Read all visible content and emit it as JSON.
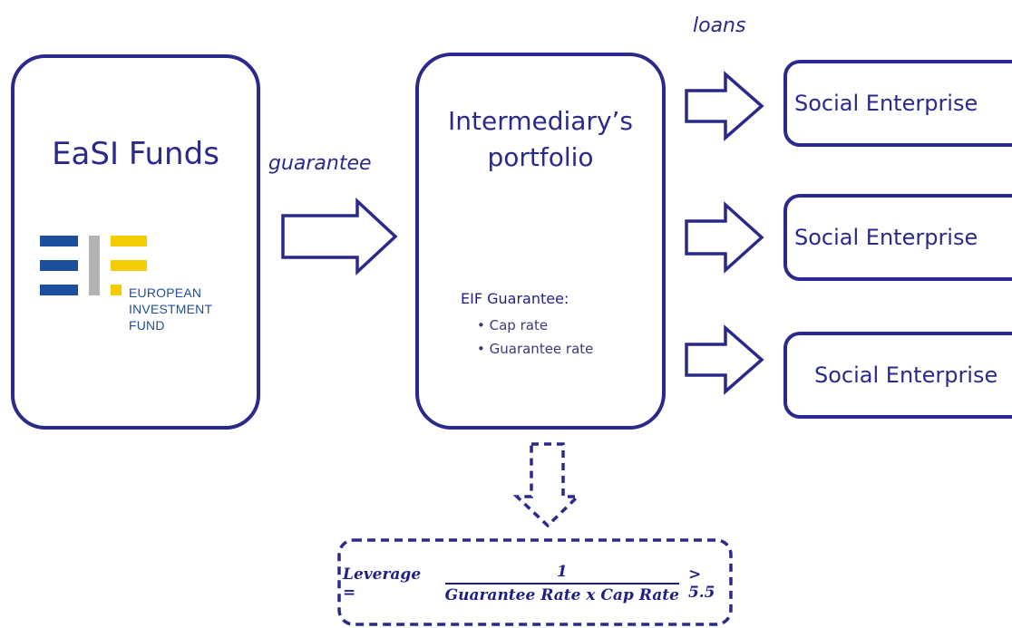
{
  "left_box": {
    "title": "EaSI Funds"
  },
  "eif_logo": {
    "line1": "EUROPEAN",
    "line2": "INVESTMENT",
    "line3": "FUND"
  },
  "labels": {
    "guarantee": "guarantee",
    "loans": "loans"
  },
  "middle_box": {
    "title_line1": "Intermediary’s",
    "title_line2": "portfolio",
    "section_title": "EIF Guarantee:",
    "bullets": [
      "Cap rate",
      "Guarantee rate"
    ]
  },
  "enterprises": [
    "Social Enterprise",
    "Social Enterprise",
    "Social Enterprise"
  ],
  "formula": {
    "lhs": "Leverage =",
    "numerator": "1",
    "denominator": "Guarantee Rate x Cap Rate",
    "rhs": "> 5.5"
  },
  "colors": {
    "navy": "#2a2a8c",
    "eif_blue": "#1d4f9c",
    "eif_yellow": "#f5cc00",
    "eif_grey": "#b3b3b3"
  }
}
